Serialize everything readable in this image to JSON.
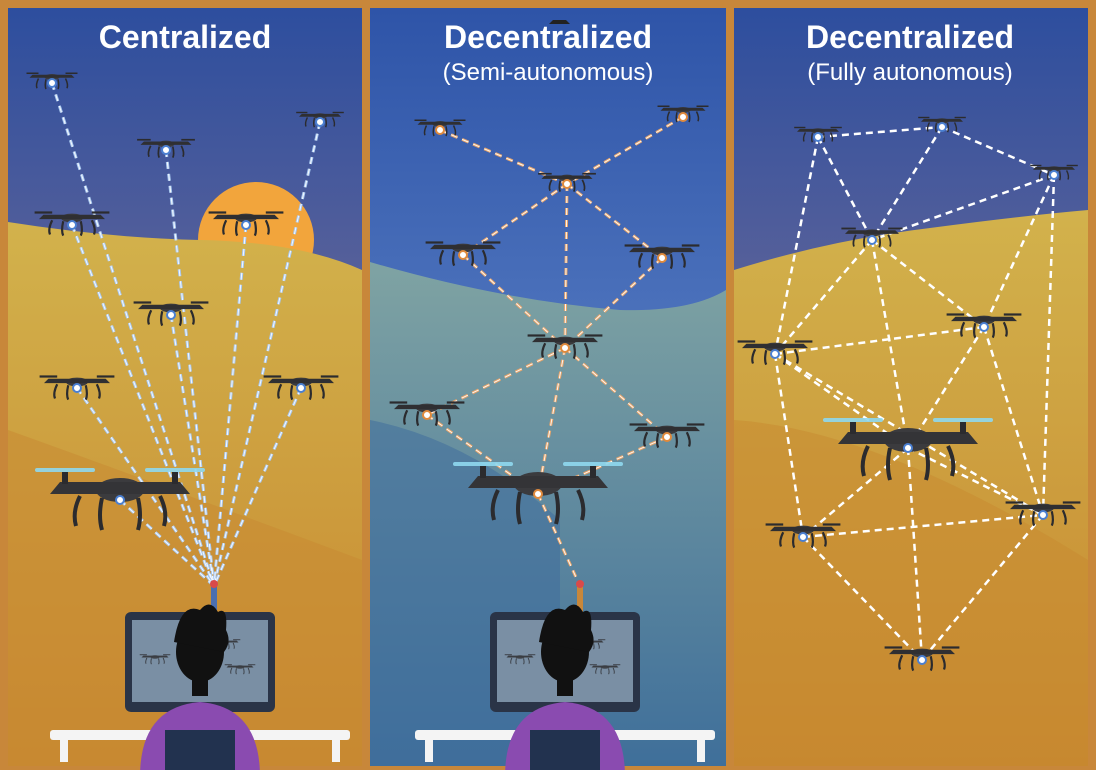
{
  "panels": [
    {
      "id": "centralized",
      "title": "Centralized",
      "subtitle": ""
    },
    {
      "id": "semi",
      "title": "Decentralized",
      "subtitle": "(Semi-autonomous)"
    },
    {
      "id": "fully",
      "title": "Decentralized",
      "subtitle": "(Fully autonomous)"
    }
  ],
  "colors": {
    "frame": "#c8873a",
    "sky_top": "#2f4f9c",
    "sky_mid": "#7d6f93",
    "sun": "#f2a53c",
    "hill_light": "#cfb24e",
    "hill_dark": "#c78a33",
    "semi_sky": "#3a5cae",
    "semi_ground": "#5f8fa8",
    "link_central": "#a8c8f0",
    "link_semi": "#e7a46a",
    "link_fully": "#ffffff",
    "node_blue": "#4a7fd1",
    "node_orange": "#e08a3c",
    "drone": "#3b3b3e",
    "rotor": "#8fd8ee",
    "shirt": "#8a4bb0",
    "chair": "#22324f",
    "desk": "#f4f4f4",
    "hair": "#111111"
  },
  "icons": [
    "drone-icon",
    "operator-icon",
    "antenna-icon",
    "monitor-icon"
  ]
}
